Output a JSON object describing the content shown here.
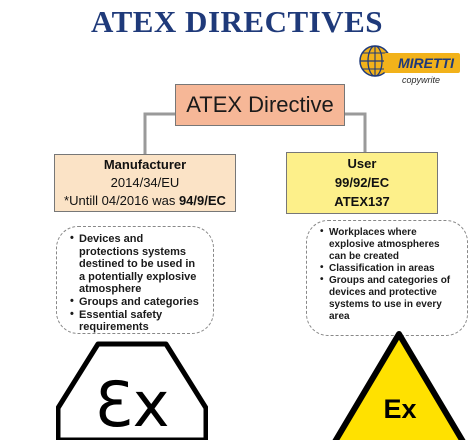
{
  "title": "ATEX DIRECTIVES",
  "logo": {
    "name": "MIRETTI",
    "tagline": "copywrite"
  },
  "main_box": {
    "label": "ATEX Directive"
  },
  "manufacturer": {
    "heading": "Manufacturer",
    "directive": "2014/34/EU",
    "note_prefix": "*Untill 04/2016 was ",
    "note_code": "94/9/EC",
    "bullets": [
      "Devices and protections systems destined to be used in a potentially explosive atmosphere",
      "Groups and categories",
      "Essential safety requirements"
    ]
  },
  "user": {
    "heading": "User",
    "directive": "99/92/EC",
    "code": "ATEX137",
    "bullets": [
      "Workplaces where explosive atmospheres can be created",
      "Classification in areas",
      "Groups and categories of devices and protective systems to use in every area"
    ]
  },
  "symbols": {
    "hexagon_mark": "Ɛx",
    "triangle_mark": "Ex",
    "triangle_color": "#ffe100",
    "hexagon_color": "#000000"
  },
  "colors": {
    "title": "#1f3a7a",
    "main_box": "#f6b797",
    "manufacturer_box": "#fbe3c6",
    "user_box": "#fdf08a",
    "logo_accent": "#f2b21a"
  }
}
